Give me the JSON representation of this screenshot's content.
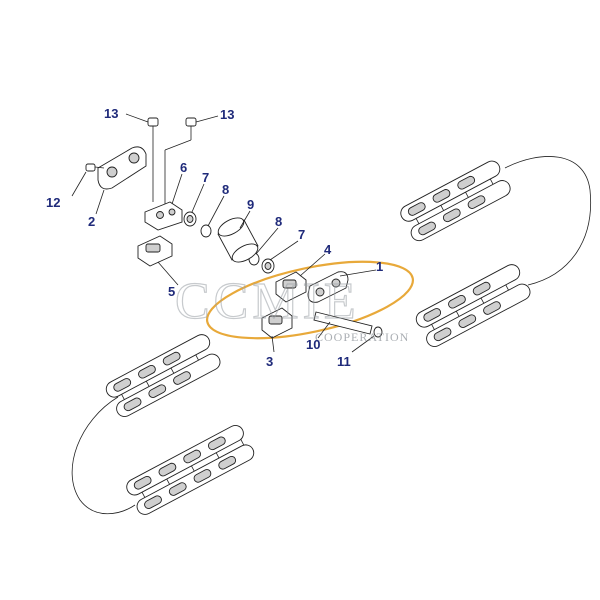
{
  "labels": {
    "l1": "1",
    "l2": "2",
    "l3": "3",
    "l4": "4",
    "l5": "5",
    "l6": "6",
    "l7a": "7",
    "l7b": "7",
    "l8a": "8",
    "l8b": "8",
    "l9": "9",
    "l10": "10",
    "l11": "11",
    "l12": "12",
    "l13a": "13",
    "l13b": "13"
  },
  "watermark": {
    "brand": "CCMIE",
    "subtitle": "COOPERATION"
  },
  "colors": {
    "label": "#1f2a7a",
    "ring": "#e8a93a",
    "line": "#222222",
    "watermark": "#9aa0a6"
  }
}
